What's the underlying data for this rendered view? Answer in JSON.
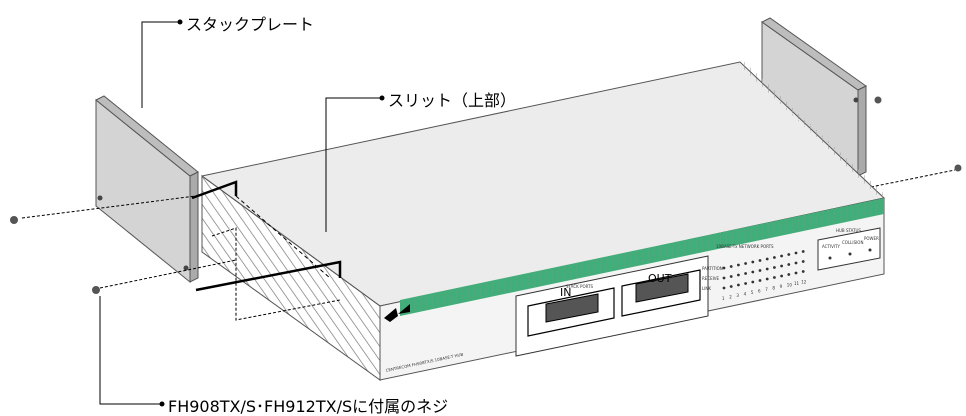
{
  "callouts": {
    "stack_plate": "スタックプレート",
    "slit_top": "スリット（上部）",
    "screws": "FH908TX/S･FH912TX/Sに付属のネジ"
  },
  "device": {
    "stack_ports_label": "STACK PORTS",
    "in_label": "IN",
    "out_label": "OUT",
    "network_ports_label": "10BASE-Tx NETWORK PORTS",
    "row_labels": [
      "PARTITION",
      "RECEIVE",
      "LINK"
    ],
    "port_numbers": [
      "1",
      "2",
      "3",
      "4",
      "5",
      "6",
      "7",
      "8",
      "9",
      "10",
      "11",
      "12"
    ],
    "hub_status_label": "HUB STATUS",
    "status_labels": [
      "ACTIVITY",
      "COLLISION",
      "POWER"
    ],
    "model_text": "CENTRECOM FH908TX/S 10BASE-T HUB"
  },
  "colors": {
    "green_stripe": "#3fae78",
    "plate_gray": "#d4d4d4",
    "body_gray": "#e6e6e6"
  }
}
